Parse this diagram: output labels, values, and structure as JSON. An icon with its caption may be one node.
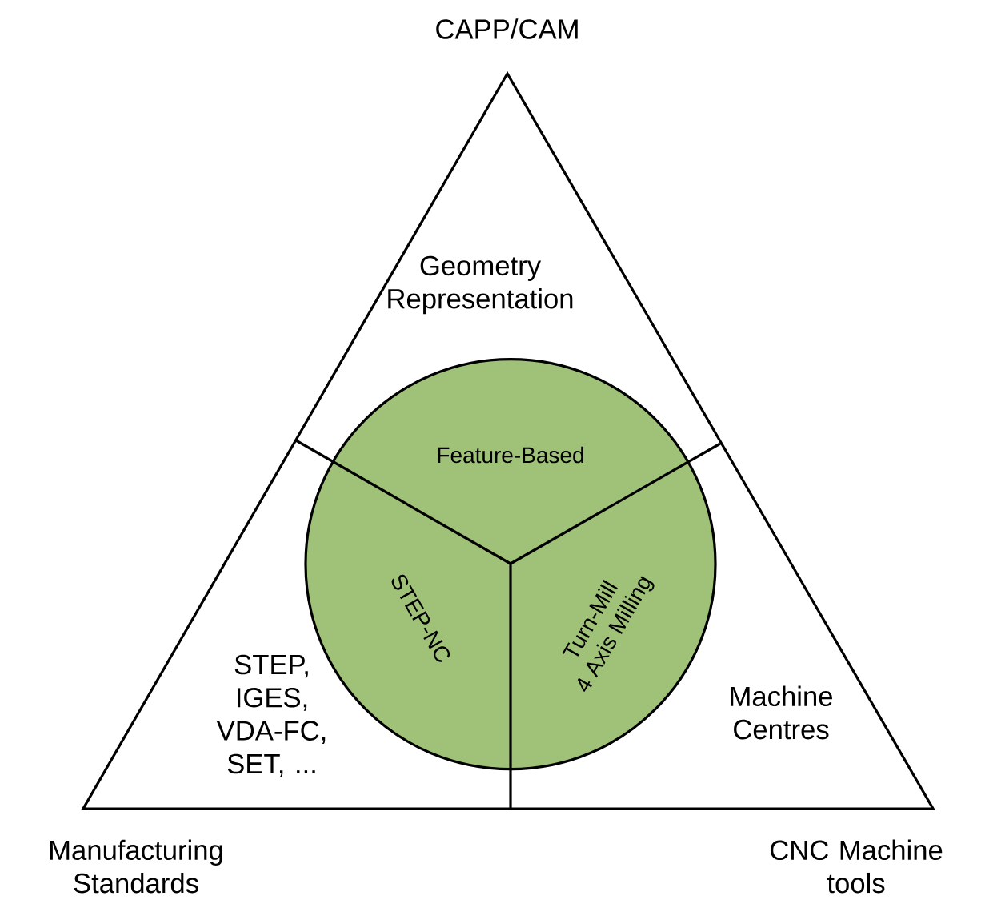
{
  "diagram": {
    "nodes": [
      {
        "text": [
          "Geometry Representation",
          "STEP, IGES, VDA-FC, SET, ...",
          "Machine Centres"
        ],
        "beside": [
          "CAPP/CAM",
          "Manufacturing Standards",
          "CNC Machine tools"
        ]
      },
      {
        "text": [
          "Feature-Based",
          "STEP-NC",
          "Turn-Mill 4 Axis Milling"
        ],
        "in": 0
      }
    ]
  }
}
